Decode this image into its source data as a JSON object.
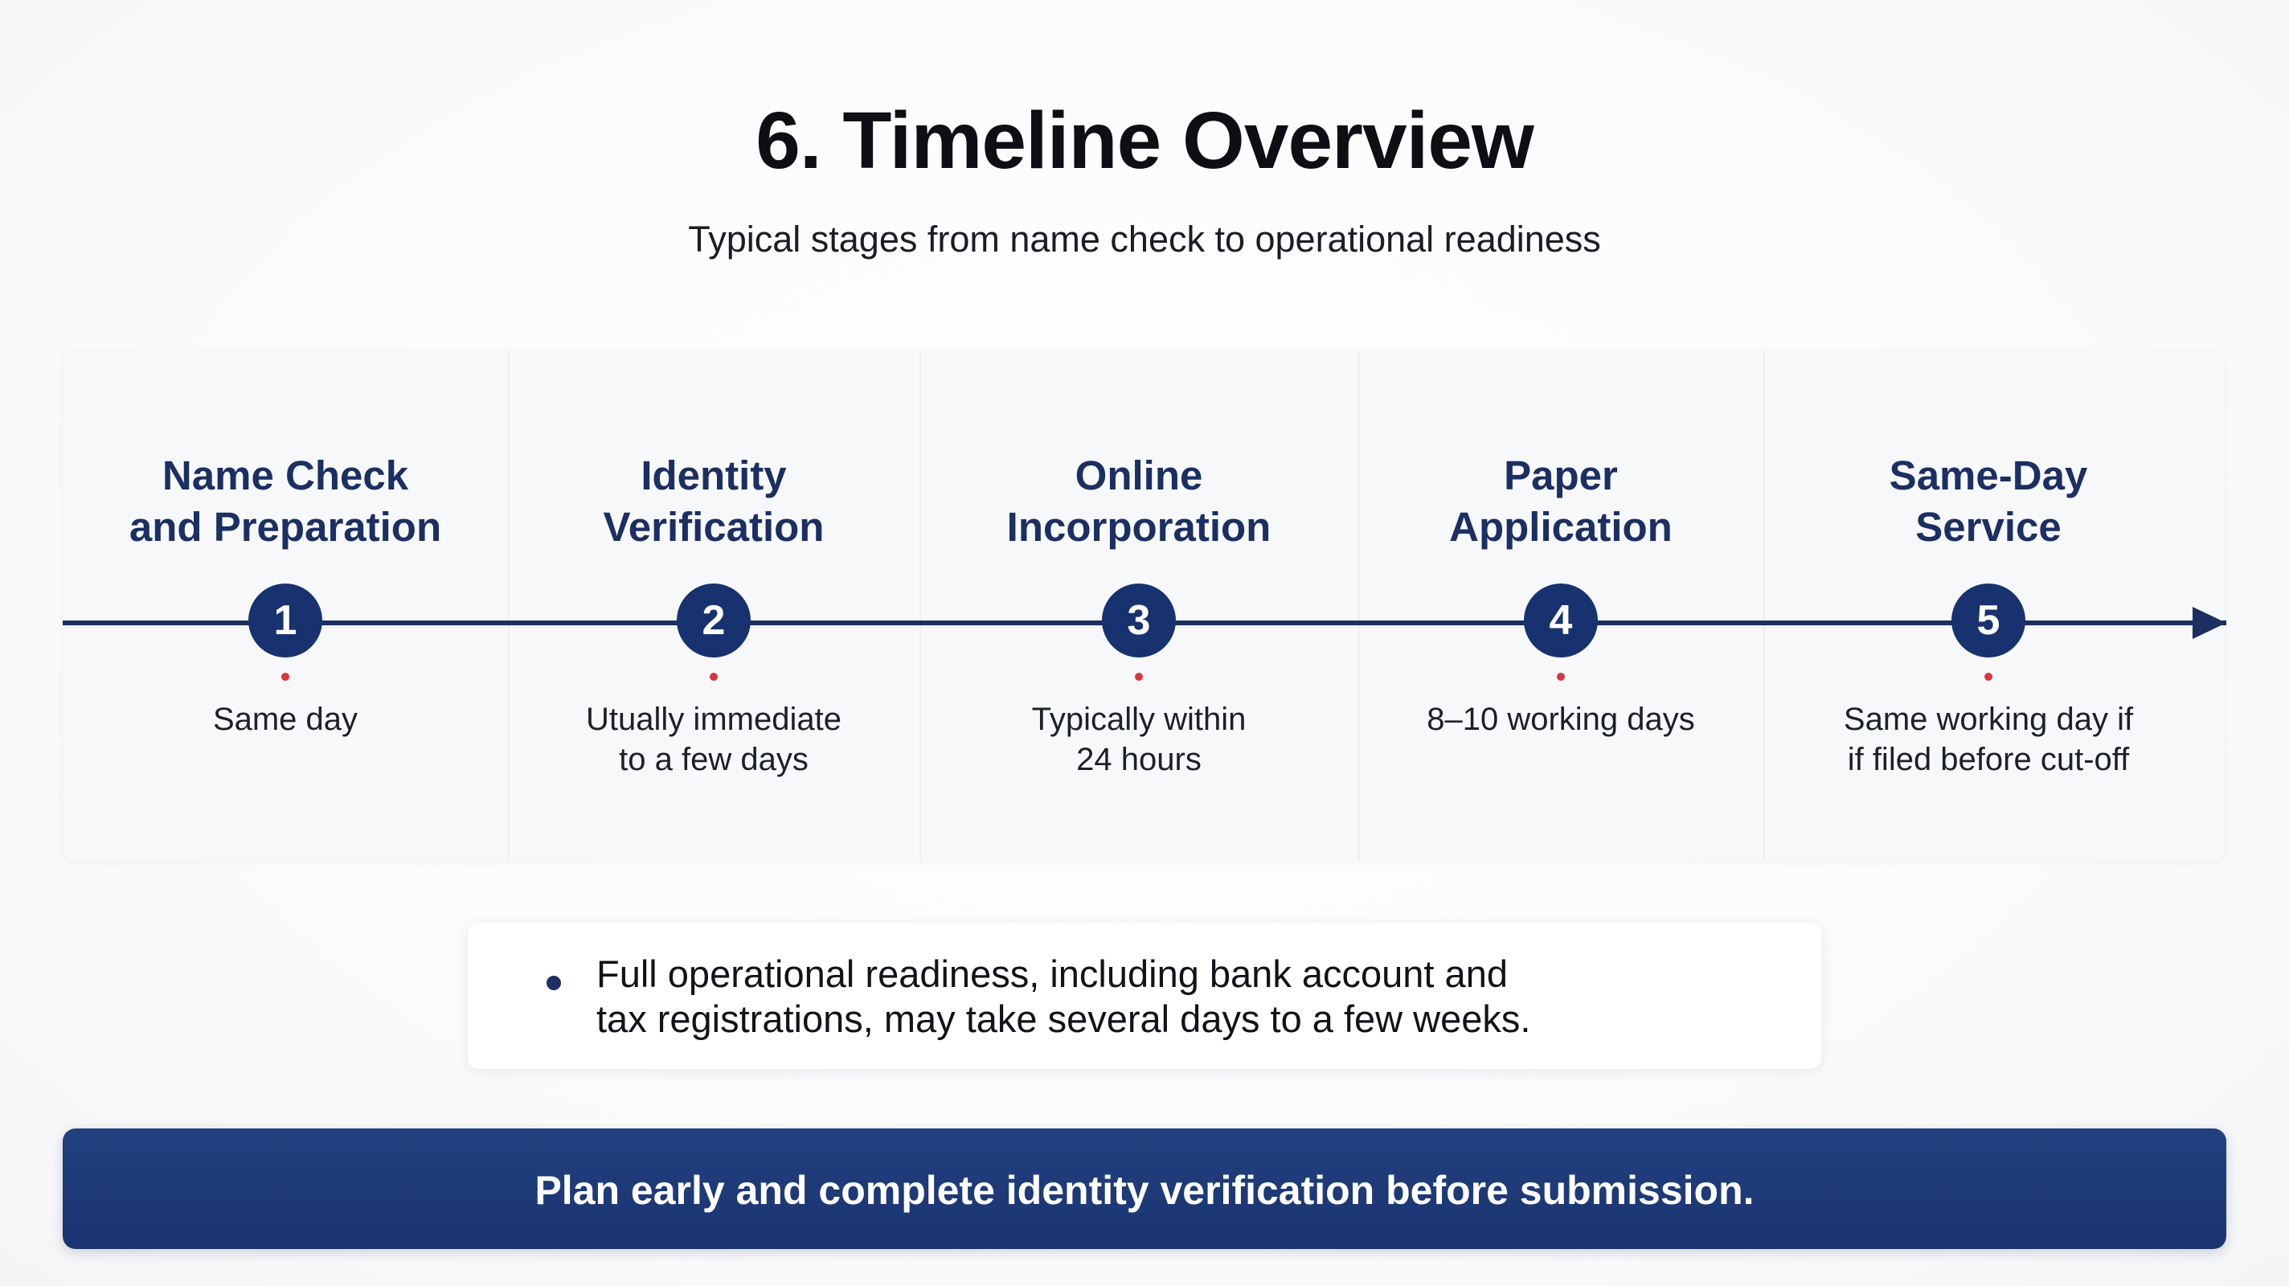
{
  "header": {
    "title": "6. Timeline Overview",
    "subtitle": "Typical stages from name check to operational readiness"
  },
  "timeline": {
    "stages": [
      {
        "number": "1",
        "title": "Name Check\nand Preparation",
        "duration": "Same day"
      },
      {
        "number": "2",
        "title": "Identity\nVerification",
        "duration": "Utually immediate\nto a few days"
      },
      {
        "number": "3",
        "title": "Online\nIncorporation",
        "duration": "Typically within\n24 hours"
      },
      {
        "number": "4",
        "title": "Paper\nApplication",
        "duration": "8–10 working days"
      },
      {
        "number": "5",
        "title": "Same-Day\nService",
        "duration": "Same working day if\nif filed before cut-off"
      }
    ]
  },
  "note": {
    "text": "Full operational readiness, including bank account and\ntax registrations, may take several days to a few weeks."
  },
  "banner": {
    "text": "Plan early and complete identity verification before submission."
  },
  "colors": {
    "navy": "#1b2f63",
    "marker": "#17326e",
    "accent_dot": "#d9353a",
    "banner": "#1a3470"
  }
}
